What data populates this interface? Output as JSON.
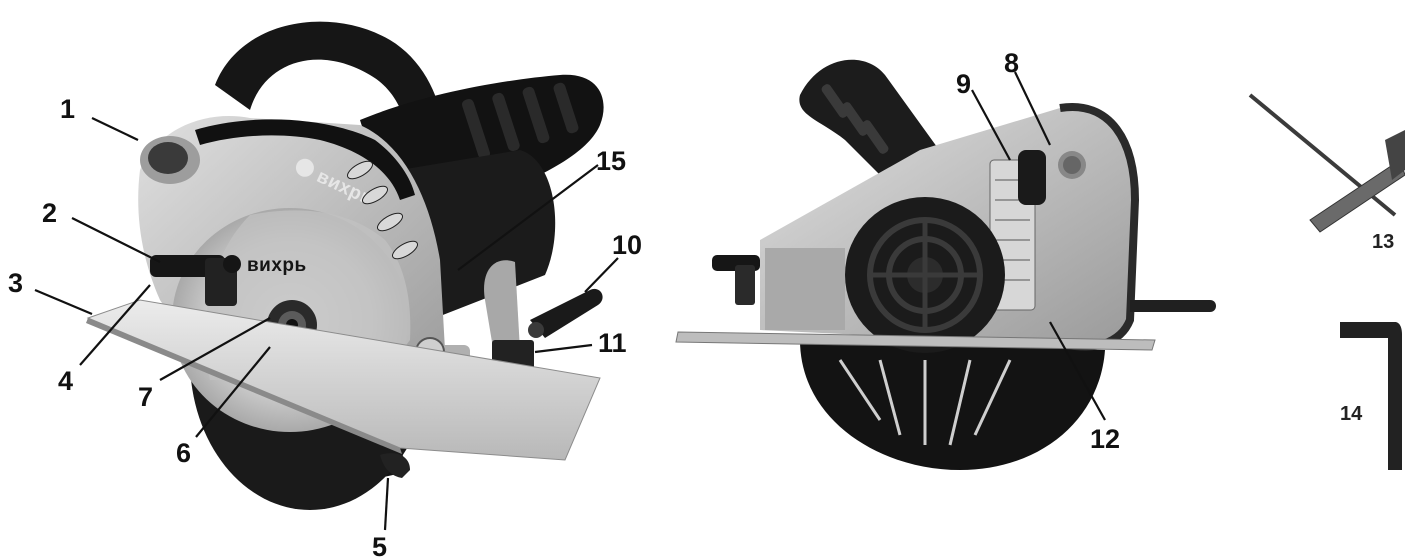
{
  "brand": {
    "logo_text": "вихрь"
  },
  "callouts": {
    "c1": "1",
    "c2": "2",
    "c3": "3",
    "c4": "4",
    "c5": "5",
    "c6": "6",
    "c7": "7",
    "c8": "8",
    "c9": "9",
    "c10": "10",
    "c11": "11",
    "c12": "12",
    "c13": "13",
    "c14": "14",
    "c15": "15"
  },
  "icons": {
    "saw_front": "circular-saw-front-view-illustration",
    "saw_rear": "circular-saw-rear-view-illustration",
    "wrench": "blade-wrench-accessory",
    "hex_key": "hex-key-accessory"
  },
  "colors": {
    "body_black": "#151515",
    "body_silver": "#bdbdbd",
    "blade_grey": "#cfcfcf",
    "plate": "#d4d4d4",
    "label": "#111111"
  }
}
